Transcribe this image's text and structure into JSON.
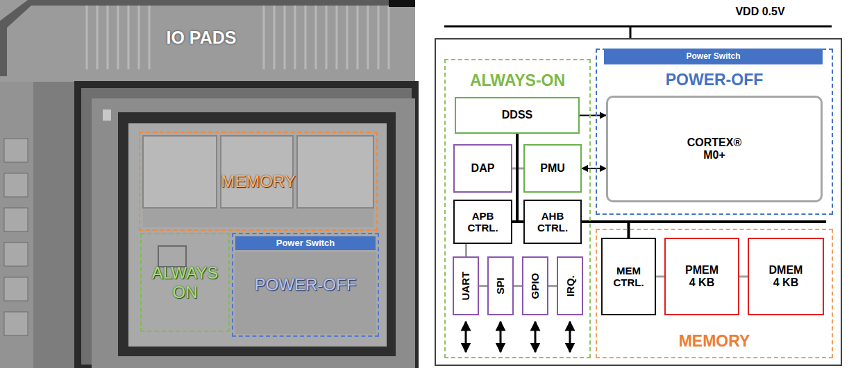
{
  "diagram": {
    "nodes": [
      {
        "text": [
          "MEMORY"
        ]
      },
      {
        "text": [
          "ALWAYS ON"
        ]
      },
      {
        "text": [
          "POWER-OFF"
        ]
      },
      {
        "text": [
          "Power Switch"
        ],
        "in": 2
      },
      {
        "text": [
          "ALWAYS-ON"
        ]
      },
      {
        "text": [
          "DDSS"
        ],
        "in": 4
      },
      {
        "text": [
          "DAP"
        ],
        "in": 4
      },
      {
        "text": [
          "PMU"
        ],
        "in": 4
      },
      {
        "text": [
          "APB CTRL."
        ],
        "in": 4
      },
      {
        "text": [
          "AHB CTRL."
        ],
        "in": 4
      },
      {
        "text": [
          "UART"
        ],
        "in": 4
      },
      {
        "text": [
          "SPI"
        ],
        "in": 4
      },
      {
        "text": [
          "GPIO"
        ],
        "in": 4
      },
      {
        "text": [
          "IRQ."
        ],
        "in": 4
      },
      {
        "text": [
          "POWER-OFF"
        ]
      },
      {
        "text": [
          "Power Switch"
        ],
        "in": 14
      },
      {
        "text": [
          "CORTEX® M0+"
        ],
        "in": 14
      },
      {
        "text": [
          "MEMORY"
        ]
      },
      {
        "text": [
          "MEM CTRL."
        ],
        "in": 17
      },
      {
        "text": [
          "PMEM 4 KB"
        ],
        "in": 17
      },
      {
        "text": [
          "DMEM 4 KB"
        ],
        "in": 17
      }
    ],
    "edges": [
      {
        "from": 5,
        "to": 16,
        "arrow": "to"
      },
      {
        "from": 7,
        "to": 16,
        "arrow": "both"
      },
      {
        "from": 6,
        "to": 7,
        "arrow": "none"
      },
      {
        "from": 5,
        "to": 8,
        "arrow": "none"
      },
      {
        "from": 5,
        "to": 9,
        "arrow": "none"
      },
      {
        "from": 9,
        "to": 18,
        "arrow": "none"
      },
      {
        "from": 8,
        "to": 10,
        "arrow": "none"
      },
      {
        "from": 10,
        "to": 11,
        "arrow": "none"
      },
      {
        "from": 11,
        "to": 12,
        "arrow": "none"
      },
      {
        "from": 12,
        "to": 13,
        "arrow": "none"
      },
      {
        "from": 18,
        "to": 19,
        "arrow": "none"
      },
      {
        "from": 19,
        "to": 20,
        "arrow": "none"
      }
    ],
    "labels": [
      "IO PADS",
      "VDD 0.5V"
    ]
  }
}
